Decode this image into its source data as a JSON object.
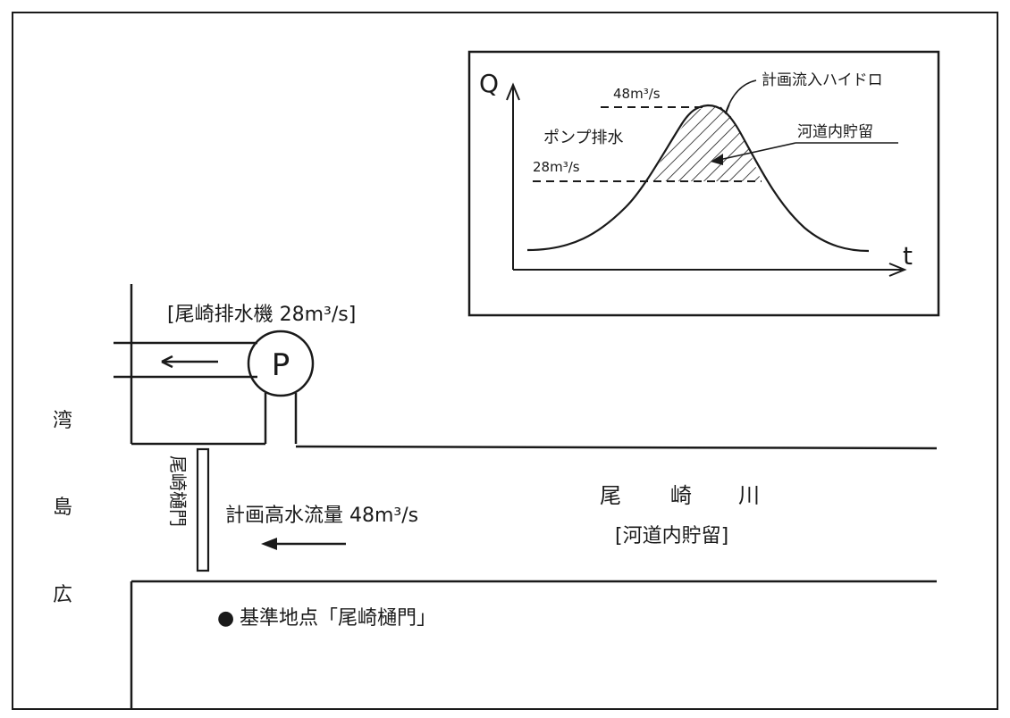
{
  "pump": {
    "label": "[尾崎排水機 28m³/s]",
    "symbol": "P"
  },
  "river": {
    "name_chars": [
      "尾",
      "崎",
      "川"
    ],
    "storage_label": "[河道内貯留]",
    "flow_label": "計画高水流量 48m³/s"
  },
  "gate": {
    "label": "尾崎樋門"
  },
  "main_river": {
    "name_chars": [
      "広",
      "島",
      "湾"
    ]
  },
  "reference_point": {
    "marker": "●",
    "label": "基準地点「尾崎樋門」"
  },
  "hydrograph": {
    "y_axis": "Q",
    "x_axis": "t",
    "peak_label": "48m³/s",
    "pump_label": "ポンプ排水",
    "pump_value": "28m³/s",
    "hydro_label": "計画流入ハイドロ",
    "storage_label": "河道内貯留",
    "peak_value": 48,
    "pump_capacity": 28
  },
  "colors": {
    "ink": "#1a1a1a",
    "background": "#ffffff"
  }
}
